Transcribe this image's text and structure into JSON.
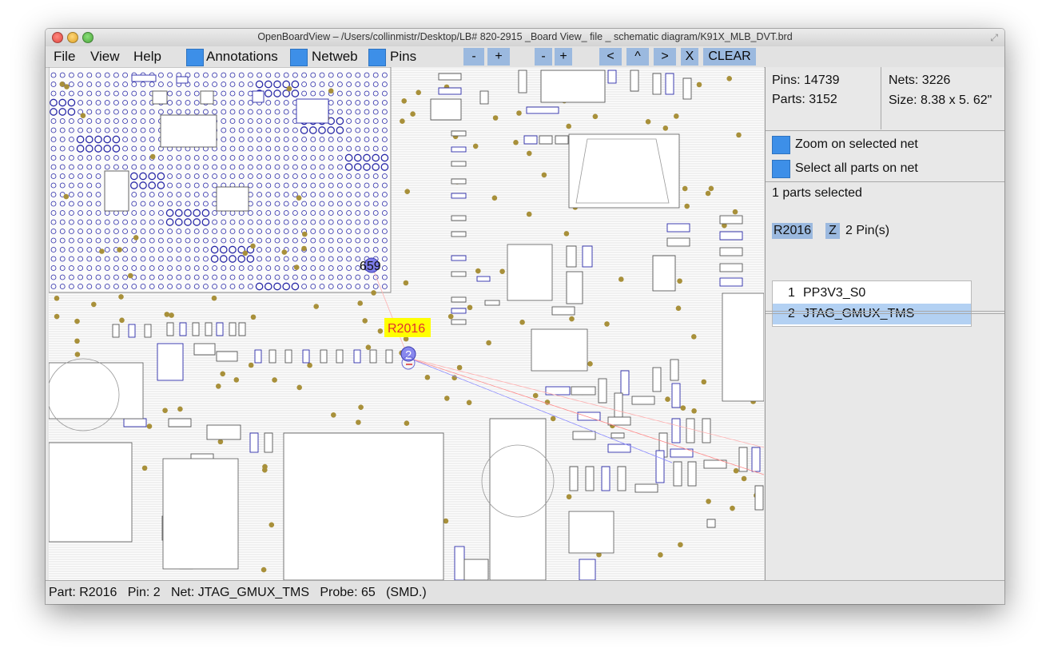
{
  "window": {
    "title": "OpenBoardView – /Users/collinmistr/Desktop/LB# 820-2915 _Board View_ file _ schematic diagram/K91X_MLB_DVT.brd",
    "resize_glyph": "⤢"
  },
  "menu": {
    "file": "File",
    "view": "View",
    "help": "Help"
  },
  "toolbar": {
    "annotations": "Annotations",
    "netweb": "Netweb",
    "pins": "Pins",
    "zoom_out_1": "-",
    "zoom_in_1": "+",
    "zoom_out_2": "-",
    "zoom_in_2": "+",
    "prev": "<",
    "up": "^",
    "next": ">",
    "close": "X",
    "clear": "CLEAR"
  },
  "board": {
    "part_label": "R2016",
    "pin_marker": "2",
    "probe_label": "659"
  },
  "side": {
    "pins": "Pins: 14739",
    "nets": "Nets: 3226",
    "parts": "Parts: 3152",
    "size": "Size: 8.38 x 5. 62\"",
    "zoom_net": "Zoom on selected net",
    "select_all": "Select all parts on net",
    "parts_selected": "1 parts selected",
    "part_chip": "R2016",
    "z_chip": "Z",
    "pin_count": "2 Pin(s)",
    "pins_list": [
      {
        "num": "1",
        "net": "PP3V3_S0"
      },
      {
        "num": "2",
        "net": "JTAG_GMUX_TMS"
      }
    ]
  },
  "status": "Part: R2016   Pin: 2   Net: JTAG_GMUX_TMS   Probe: 65   (SMD.)",
  "colors": {
    "pin_outline": "#2a2aa8",
    "pad_fill": "#a8903a",
    "highlight": "#ffff00",
    "part_text": "#e03030",
    "checkbox": "#3d8fe8",
    "toolbar_button": "#9bb9df",
    "selected_row": "#b3d1f3"
  }
}
